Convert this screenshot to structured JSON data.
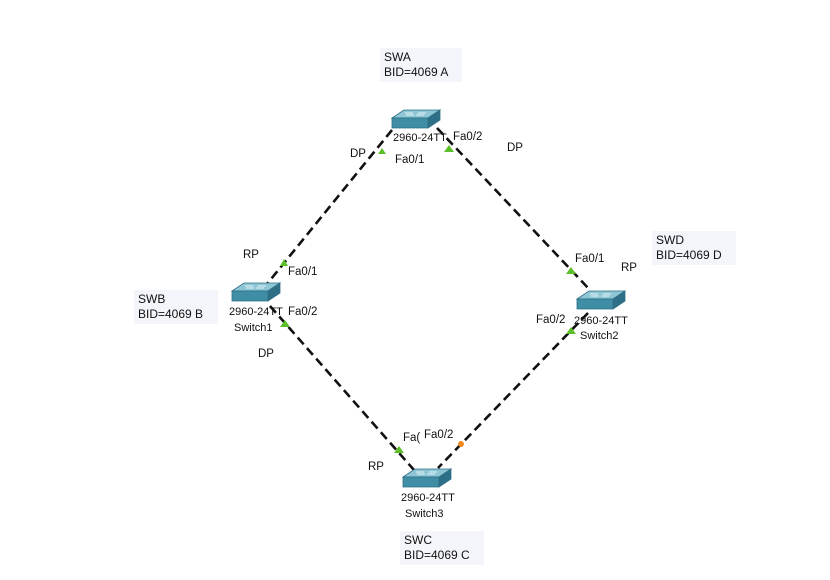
{
  "switches": [
    {
      "id": "swa",
      "model": "2960-24TT",
      "name": "",
      "note_name": "SWA",
      "note_bid": "BID=4069  A"
    },
    {
      "id": "swb",
      "model": "2960-24TT",
      "name": "Switch1",
      "note_name": "SWB",
      "note_bid": "BID=4069  B"
    },
    {
      "id": "swc",
      "model": "2960-24TT",
      "name": "Switch3",
      "note_name": "SWC",
      "note_bid": "BID=4069  C"
    },
    {
      "id": "swd",
      "model": "2960-24TT",
      "name": "Switch2",
      "note_name": "SWD",
      "note_bid": "BID=4069  D"
    }
  ],
  "links": [
    {
      "id": "a-b",
      "from": "SWA",
      "to": "SWB",
      "from_port": "Fa0/1",
      "to_port": "Fa0/1",
      "from_role": "DP",
      "to_role": "RP",
      "from_state": "green",
      "to_state": "green"
    },
    {
      "id": "a-d",
      "from": "SWA",
      "to": "SWD",
      "from_port": "Fa0/2",
      "to_port": "Fa0/1",
      "from_role": "DP",
      "to_role": "RP",
      "from_state": "green",
      "to_state": "green"
    },
    {
      "id": "b-c",
      "from": "SWB",
      "to": "SWC",
      "from_port": "Fa0/2",
      "to_port": "Fa(",
      "from_role": "DP",
      "to_role": "RP",
      "from_state": "green",
      "to_state": "green"
    },
    {
      "id": "d-c",
      "from": "SWD",
      "to": "SWC",
      "from_port": "Fa0/2",
      "to_port": "Fa0/2",
      "from_role": "",
      "to_role": "",
      "from_state": "green",
      "to_state": "orange"
    }
  ],
  "colors": {
    "link_up": "#5cbf2a",
    "link_blocking": "#f08a1c",
    "switch_top": "#8ec6d6",
    "switch_front": "#3f8ea6",
    "note_bg": "#f4f5fb"
  },
  "icons": {
    "switch": "switch-icon",
    "port_up": "triangle-icon",
    "port_blocking": "dot-icon"
  }
}
